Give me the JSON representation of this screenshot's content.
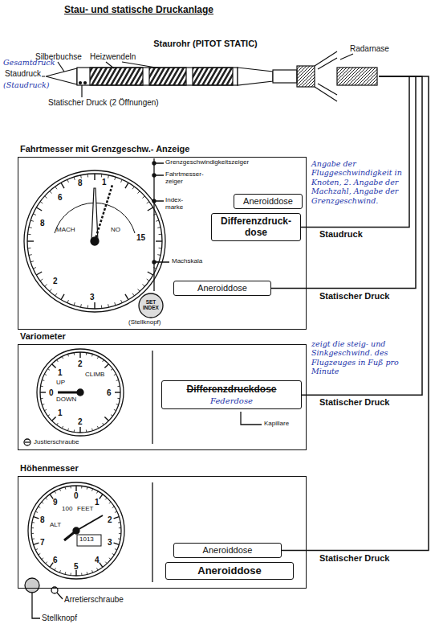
{
  "diagram": {
    "title": "Stau- und statische Druckanlage",
    "nodes": [
      {
        "text": [
          "Staurohr (PITOT STATIC)"
        ]
      },
      {
        "text": [
          "Fahrtmesser mit Grenzgeschw.- Anzeige"
        ]
      },
      {
        "text": [
          "Aneroiddose"
        ],
        "in": 1
      },
      {
        "text": [
          "Differenzdruck- dose"
        ],
        "in": 1
      },
      {
        "text": [
          "Aneroiddose"
        ],
        "in": 1
      },
      {
        "text": [
          "Variometer"
        ]
      },
      {
        "text": [
          "Differenzdruckdose",
          "Federdose"
        ],
        "in": 5
      },
      {
        "text": [
          "Höhenmesser"
        ]
      },
      {
        "text": [
          "Aneroiddose"
        ],
        "in": 7
      },
      {
        "text": [
          "Aneroiddose"
        ],
        "in": 7
      }
    ],
    "edges": [
      {
        "from": 0,
        "to": 3,
        "arrow": "none",
        "label": "Staudruck"
      },
      {
        "from": 0,
        "to": 4,
        "arrow": "none",
        "label": "Statischer Druck"
      },
      {
        "from": 0,
        "to": 6,
        "arrow": "none",
        "label": "Statischer Druck"
      },
      {
        "from": 0,
        "to": 8,
        "arrow": "none",
        "label": "Statischer Druck"
      }
    ],
    "labels": [
      "Gesamtdruck",
      "Staudruck",
      "(Staudruck)",
      "Silberbuchse",
      "Heizwendeln",
      "Statischer Druck (2 Öffnungen)",
      "Radarnase",
      "Angabe der Fluggeschwindigkeit in Knoten, 2. Angabe der Machzahl, Angabe der Grenzgeschwind.",
      "Grenzgeschwindigkeitszeiger",
      "Fahrtmesser- zeiger",
      "Index- marke",
      "Machskala",
      "SET INDEX",
      "(Stellknopf)",
      "8",
      "1",
      "6",
      "8",
      "15",
      "3",
      "2",
      "MACH",
      "NO",
      "zeigt die steig- und Sinkgeschwind. des Flugzeuges in Fuß pro Minute",
      "CLIMB",
      "UP",
      "DOWN",
      "2",
      "1",
      "0",
      "1",
      "2",
      "6",
      "Justierschraube",
      "Kapillare",
      "100",
      "FEET",
      "ALT",
      "0",
      "1",
      "2",
      "3",
      "4",
      "5",
      "6",
      "7",
      "8",
      "9",
      "1013",
      "Arretierschraube",
      "Stellknopf"
    ]
  }
}
